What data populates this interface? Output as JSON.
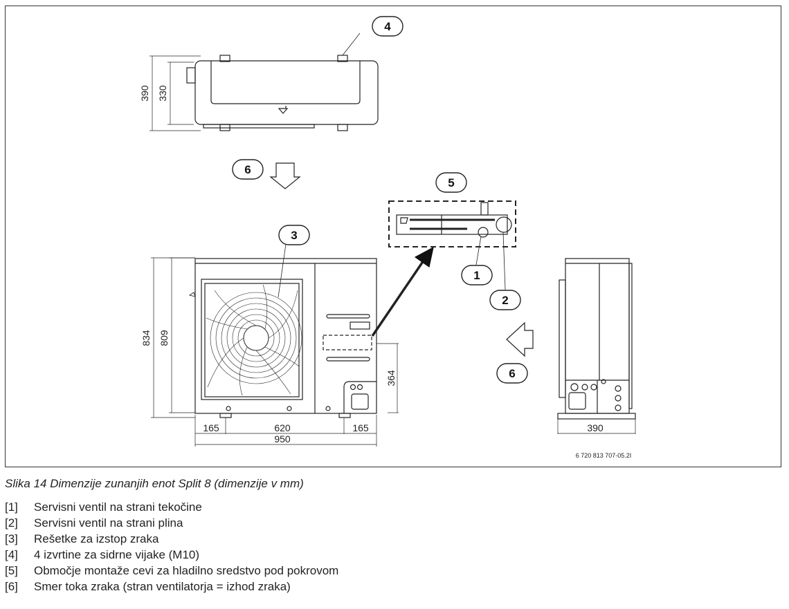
{
  "figure": {
    "caption": "Slika 14 Dimenzije zunanjih enot Split 8 (dimenzije v mm)",
    "drawing_code": "6 720 813 707-05.2I",
    "callouts": [
      "1",
      "2",
      "3",
      "4",
      "5",
      "6"
    ],
    "dimensions": {
      "top_view": {
        "outer_depth": "390",
        "inner_depth": "330"
      },
      "front_view": {
        "total_height": "834",
        "body_height": "809",
        "valve_height": "364",
        "left_offset": "165",
        "foot_spacing": "620",
        "right_offset": "165",
        "total_width": "950"
      },
      "side_view": {
        "depth": "390"
      }
    }
  },
  "legend": [
    {
      "key": "[1]",
      "text": "Servisni ventil na strani tekočine"
    },
    {
      "key": "[2]",
      "text": "Servisni ventil na strani plina"
    },
    {
      "key": "[3]",
      "text": "Rešetke za izstop zraka"
    },
    {
      "key": "[4]",
      "text": "4 izvrtine za sidrne vijake (M10)"
    },
    {
      "key": "[5]",
      "text": "Območje montaže cevi za hladilno sredstvo pod pokrovom"
    },
    {
      "key": "[6]",
      "text": "Smer toka zraka (stran ventilatorja = izhod zraka)"
    }
  ]
}
